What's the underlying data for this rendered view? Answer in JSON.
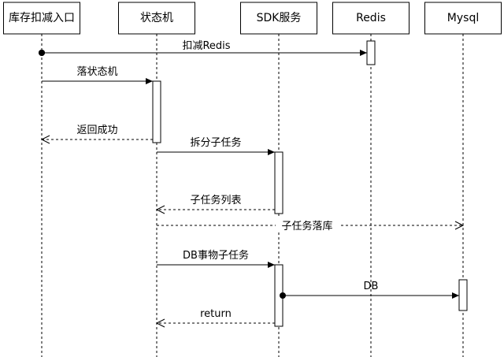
{
  "diagram": {
    "type": "sequence",
    "participants": [
      {
        "id": "entry",
        "label": "库存扣减入口"
      },
      {
        "id": "fsm",
        "label": "状态机"
      },
      {
        "id": "sdk",
        "label": "SDK服务"
      },
      {
        "id": "redis",
        "label": "Redis"
      },
      {
        "id": "mysql",
        "label": "Mysql"
      }
    ],
    "messages": [
      {
        "from": "entry",
        "to": "redis",
        "label": "扣减Redis",
        "style": "solid",
        "start": "dot",
        "head": "filled"
      },
      {
        "from": "entry",
        "to": "fsm",
        "label": "落状态机",
        "style": "solid",
        "start": "none",
        "head": "filled"
      },
      {
        "from": "fsm",
        "to": "entry",
        "label": "返回成功",
        "style": "dashed",
        "start": "none",
        "head": "open"
      },
      {
        "from": "fsm",
        "to": "sdk",
        "label": "拆分子任务",
        "style": "solid",
        "start": "none",
        "head": "filled"
      },
      {
        "from": "sdk",
        "to": "fsm",
        "label": "子任务列表",
        "style": "dashed",
        "start": "none",
        "head": "open"
      },
      {
        "from": "fsm",
        "to": "mysql",
        "label": "子任务落库",
        "style": "dashed",
        "start": "none",
        "head": "open"
      },
      {
        "from": "fsm",
        "to": "sdk",
        "label": "DB事物子任务",
        "style": "solid",
        "start": "none",
        "head": "filled"
      },
      {
        "from": "sdk",
        "to": "mysql",
        "label": "DB",
        "style": "solid",
        "start": "dot",
        "head": "filled"
      },
      {
        "from": "sdk",
        "to": "fsm",
        "label": "return",
        "style": "dashed",
        "start": "none",
        "head": "open"
      }
    ],
    "activations": [
      {
        "participant": "redis",
        "from_message": 0,
        "to_message": 0
      },
      {
        "participant": "fsm",
        "from_message": 1,
        "to_message": 2
      },
      {
        "participant": "sdk",
        "from_message": 3,
        "to_message": 4
      },
      {
        "participant": "sdk",
        "from_message": 6,
        "to_message": 8
      },
      {
        "participant": "mysql",
        "from_message": 7,
        "to_message": 7
      }
    ]
  }
}
